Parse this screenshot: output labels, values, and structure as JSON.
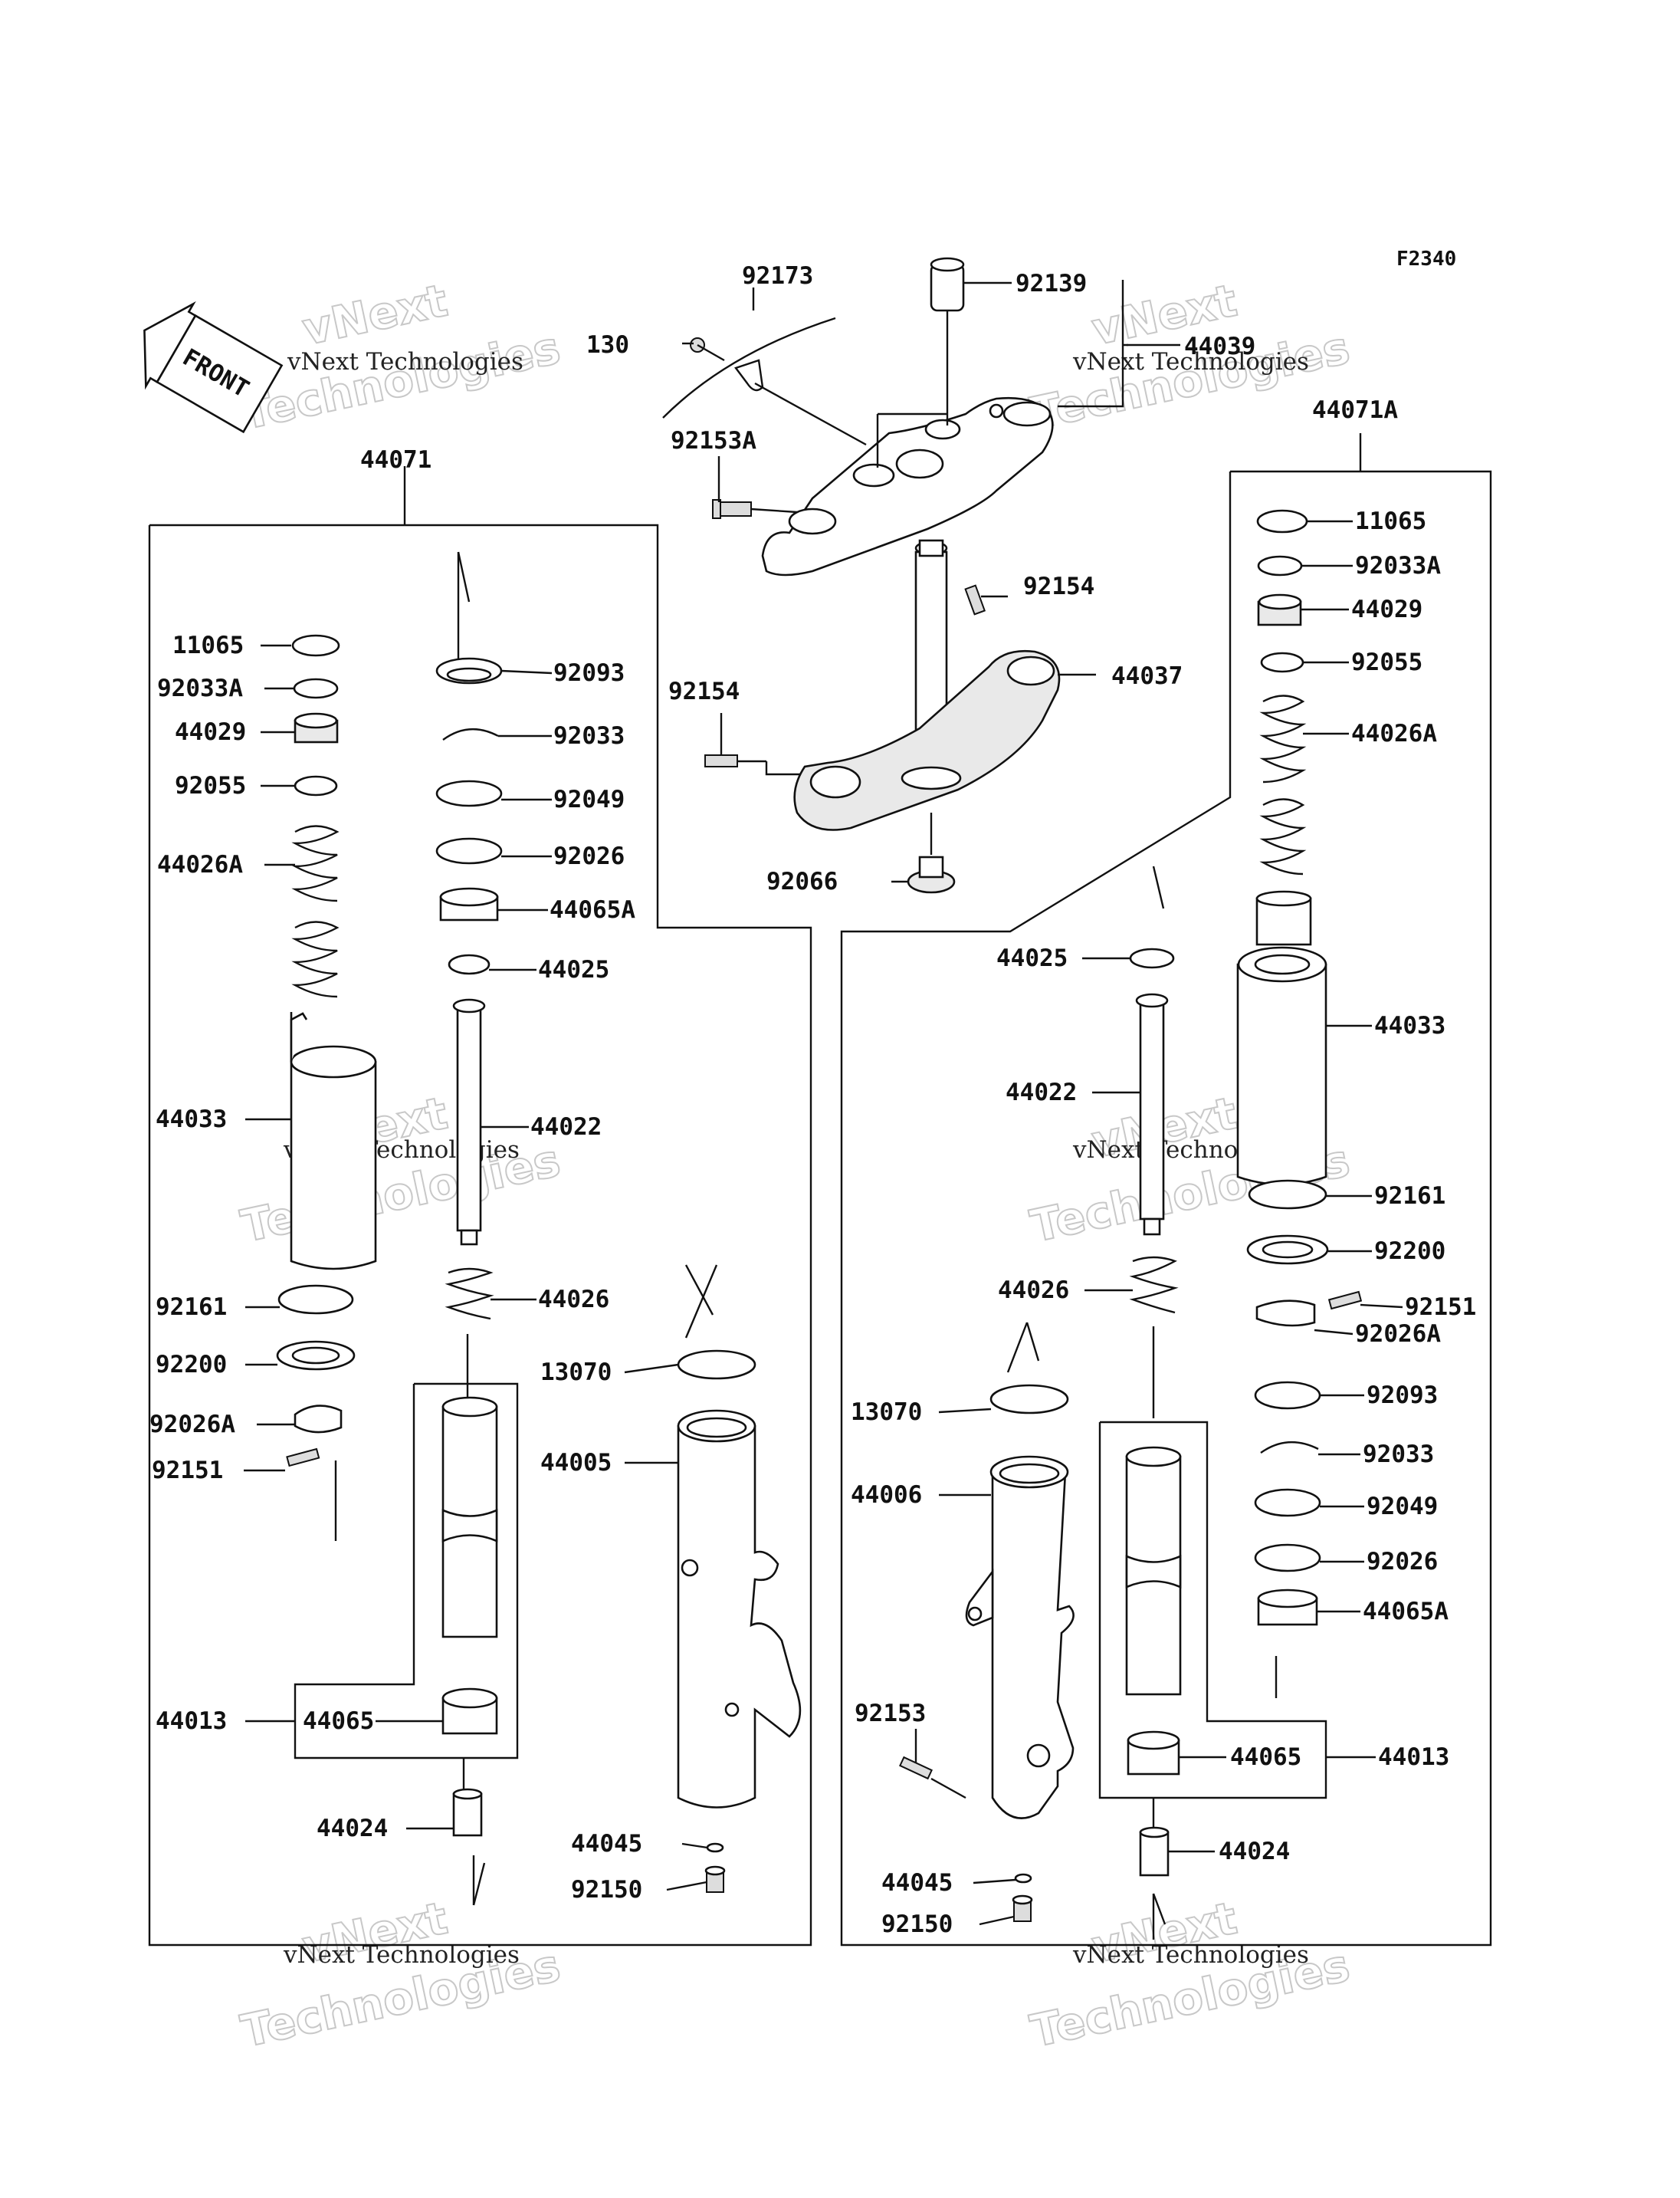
{
  "diagram": {
    "code": "F2340",
    "front_label": "FRONT",
    "watermark": {
      "line1": "vNext Technologies",
      "line2": "vNext",
      "line3": "Technologies"
    }
  },
  "callouts": [
    {
      "id": "c92173",
      "text": "92173"
    },
    {
      "id": "c92139",
      "text": "92139"
    },
    {
      "id": "c130",
      "text": "130"
    },
    {
      "id": "c44039",
      "text": "44039"
    },
    {
      "id": "c44071A",
      "text": "44071A"
    },
    {
      "id": "c44071",
      "text": "44071"
    },
    {
      "id": "c92153A",
      "text": "92153A"
    },
    {
      "id": "c92154a",
      "text": "92154"
    },
    {
      "id": "c92154b",
      "text": "92154"
    },
    {
      "id": "c44037",
      "text": "44037"
    },
    {
      "id": "c92066",
      "text": "92066"
    },
    {
      "id": "L11065",
      "text": "11065"
    },
    {
      "id": "L92033A",
      "text": "92033A"
    },
    {
      "id": "L44029",
      "text": "44029"
    },
    {
      "id": "L92055",
      "text": "92055"
    },
    {
      "id": "L44026A",
      "text": "44026A"
    },
    {
      "id": "L44033",
      "text": "44033"
    },
    {
      "id": "L92161",
      "text": "92161"
    },
    {
      "id": "L92200",
      "text": "92200"
    },
    {
      "id": "L92026A",
      "text": "92026A"
    },
    {
      "id": "L92151",
      "text": "92151"
    },
    {
      "id": "L44013",
      "text": "44013"
    },
    {
      "id": "L44065",
      "text": "44065"
    },
    {
      "id": "L44024",
      "text": "44024"
    },
    {
      "id": "L92093",
      "text": "92093"
    },
    {
      "id": "L92033",
      "text": "92033"
    },
    {
      "id": "L92049",
      "text": "92049"
    },
    {
      "id": "L92026",
      "text": "92026"
    },
    {
      "id": "L44065A",
      "text": "44065A"
    },
    {
      "id": "L44025",
      "text": "44025"
    },
    {
      "id": "L44022",
      "text": "44022"
    },
    {
      "id": "L44026",
      "text": "44026"
    },
    {
      "id": "L13070",
      "text": "13070"
    },
    {
      "id": "L44005",
      "text": "44005"
    },
    {
      "id": "L44045",
      "text": "44045"
    },
    {
      "id": "L92150",
      "text": "92150"
    },
    {
      "id": "R11065",
      "text": "11065"
    },
    {
      "id": "R92033A",
      "text": "92033A"
    },
    {
      "id": "R44029",
      "text": "44029"
    },
    {
      "id": "R92055",
      "text": "92055"
    },
    {
      "id": "R44026A",
      "text": "44026A"
    },
    {
      "id": "R44033",
      "text": "44033"
    },
    {
      "id": "R92161",
      "text": "92161"
    },
    {
      "id": "R92200",
      "text": "92200"
    },
    {
      "id": "R92151",
      "text": "92151"
    },
    {
      "id": "R92026A",
      "text": "92026A"
    },
    {
      "id": "R92093",
      "text": "92093"
    },
    {
      "id": "R92033",
      "text": "92033"
    },
    {
      "id": "R92049",
      "text": "92049"
    },
    {
      "id": "R92026",
      "text": "92026"
    },
    {
      "id": "R44065A",
      "text": "44065A"
    },
    {
      "id": "R44065",
      "text": "44065"
    },
    {
      "id": "R44013",
      "text": "44013"
    },
    {
      "id": "R44024",
      "text": "44024"
    },
    {
      "id": "R44025",
      "text": "44025"
    },
    {
      "id": "R44022",
      "text": "44022"
    },
    {
      "id": "R44026",
      "text": "44026"
    },
    {
      "id": "R13070",
      "text": "13070"
    },
    {
      "id": "R44006",
      "text": "44006"
    },
    {
      "id": "R92153",
      "text": "92153"
    },
    {
      "id": "R44045",
      "text": "44045"
    },
    {
      "id": "R92150",
      "text": "92150"
    }
  ]
}
